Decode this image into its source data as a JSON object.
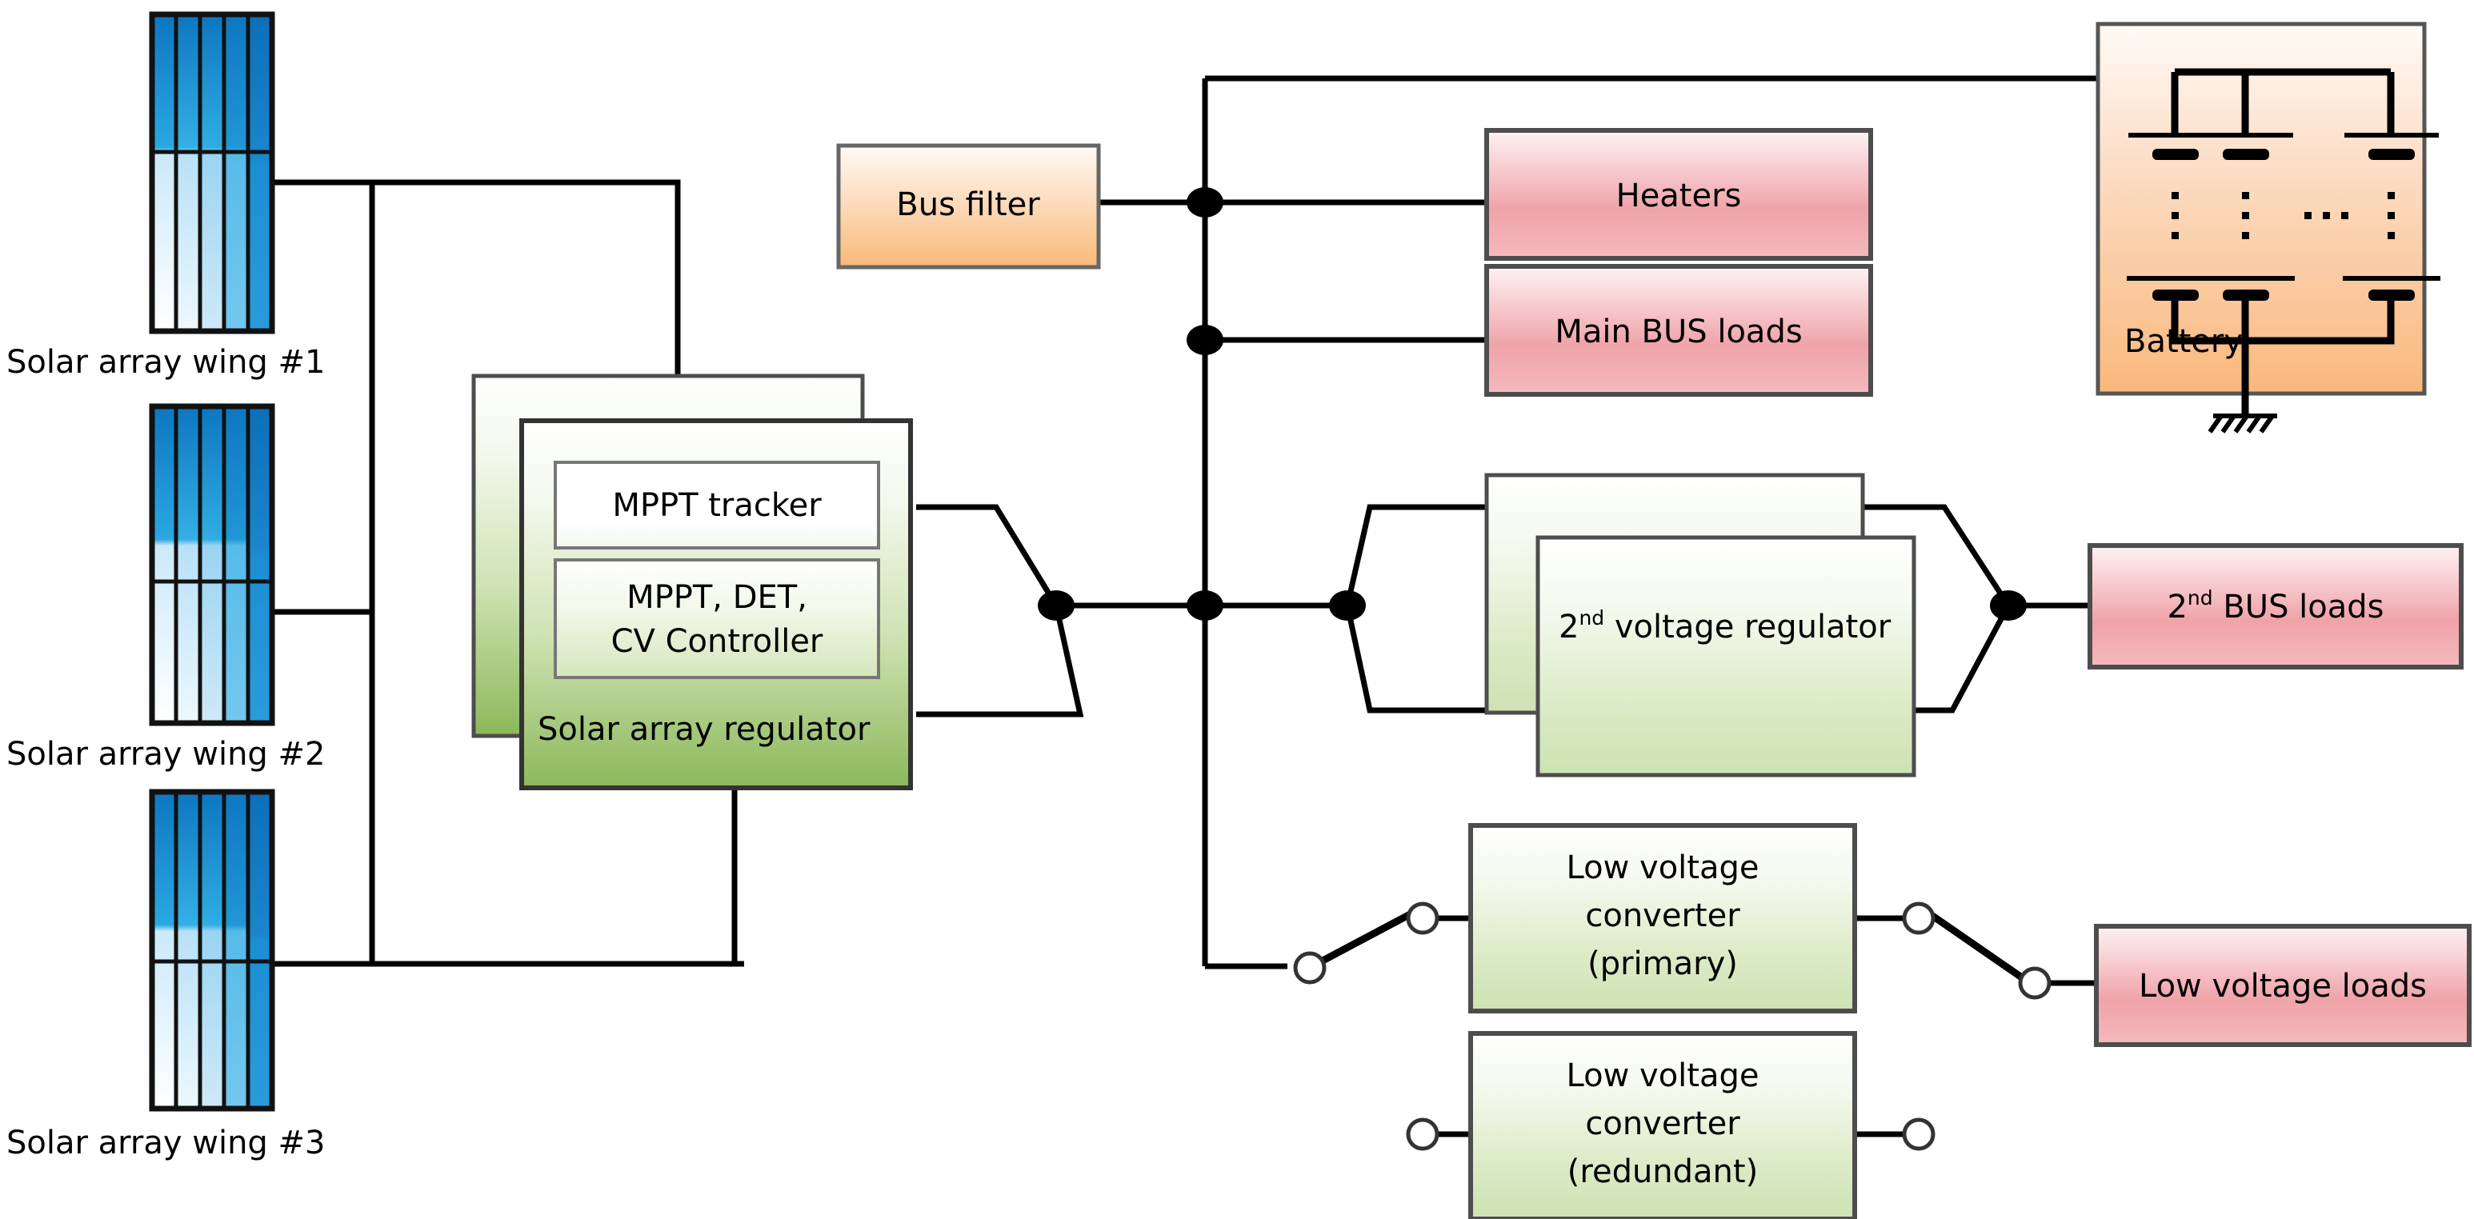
{
  "diagram": {
    "title": "Spacecraft electrical power subsystem block diagram",
    "colors": {
      "wire": "#000000",
      "box_stroke": "#4d4d4d",
      "green_top": "#ffffff",
      "green_bottom": "#8cb85a",
      "green_light_bottom": "#cfe3b4",
      "red_top": "#ffffff",
      "red_mid": "#f0a0a4",
      "orange_top": "#fffaf5",
      "orange_bottom": "#f8b878",
      "panel_dark_blue": "#0a72bd",
      "panel_light_blue": "#eaf6fd"
    },
    "solar_arrays": [
      {
        "label": "Solar array wing #1",
        "cells": 5
      },
      {
        "label": "Solar array wing #2",
        "cells": 5
      },
      {
        "label": "Solar array wing #3",
        "cells": 5
      }
    ],
    "solar_array_regulator": {
      "label": "Solar array regulator",
      "inner_blocks": [
        {
          "label": "MPPT tracker"
        },
        {
          "label_line1": "MPPT, DET,",
          "label_line2": "CV Controller"
        }
      ],
      "stacked": true
    },
    "bus_filter": {
      "label": "Bus filter"
    },
    "main_bus_loads": [
      {
        "label": "Heaters"
      },
      {
        "label": "Main BUS loads"
      }
    ],
    "battery": {
      "label": "Battery",
      "strings": 3,
      "ellipsis_between_strings": "...",
      "cell_ellipsis": "vertical-dots",
      "ground_symbol": "earth-ground"
    },
    "second_bus": {
      "regulator": {
        "prefix": "2",
        "superscript": "nd",
        "label": " voltage regulator",
        "stacked": true
      },
      "load": {
        "prefix": "2",
        "superscript": "nd",
        "label": " BUS loads"
      }
    },
    "low_voltage": {
      "converters": [
        {
          "line1": "Low voltage",
          "line2": "converter",
          "line3": "(primary)"
        },
        {
          "line1": "Low voltage",
          "line2": "converter",
          "line3": "(redundant)"
        }
      ],
      "load": {
        "label": "Low voltage loads"
      },
      "switches": [
        {
          "name": "input-switch-primary",
          "state": "closed"
        },
        {
          "name": "output-switch-primary",
          "state": "closed"
        },
        {
          "name": "input-switch-redundant",
          "state": "open"
        },
        {
          "name": "output-switch-redundant",
          "state": "open"
        }
      ]
    },
    "junction_nodes": 7
  }
}
